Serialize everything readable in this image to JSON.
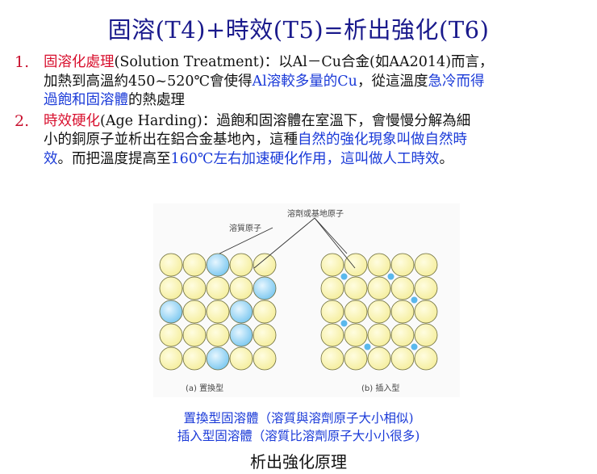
{
  "title": "固溶(T4)+時效(T5)=析出強化(T6)",
  "items": [
    {
      "number": "1.",
      "lines": [
        [
          {
            "text": "固溶化處理",
            "color": "red"
          },
          {
            "text": "(Solution Treatment)：以Al－Cu合金(如AA2014)而言，",
            "color": "black"
          }
        ],
        [
          {
            "text": "加熱到高溫約450~520℃會使得",
            "color": "black"
          },
          {
            "text": "Al溶較多量的Cu",
            "color": "blue"
          },
          {
            "text": "，從這溫度",
            "color": "black"
          },
          {
            "text": "急冷而得",
            "color": "blue"
          }
        ],
        [
          {
            "text": "過飽和固溶體",
            "color": "blue"
          },
          {
            "text": "的熱處理",
            "color": "black"
          }
        ]
      ]
    },
    {
      "number": "2.",
      "lines": [
        [
          {
            "text": "時效硬化",
            "color": "red"
          },
          {
            "text": "(Age Harding)：過飽和固溶體在室溫下，會慢慢分解為細",
            "color": "black"
          }
        ],
        [
          {
            "text": "小的銅原子並析出在鋁合金基地內，這種",
            "color": "black"
          },
          {
            "text": "自然的強化現象叫做自然時",
            "color": "blue"
          }
        ],
        [
          {
            "text": "效",
            "color": "blue"
          },
          {
            "text": "。而把溫度提高至",
            "color": "black"
          },
          {
            "text": "160℃左右加速硬化作用，這叫做人工時效",
            "color": "blue"
          },
          {
            "text": "。",
            "color": "black"
          }
        ]
      ]
    }
  ],
  "figure": {
    "label_solvent": "溶劑或基地原子",
    "label_solute": "溶質原子",
    "caption_a": "(a) 置換型",
    "caption_b": "(b) 插入型",
    "colors": {
      "solvent": "#f5ee9e",
      "solvent_stroke": "#6b6b3a",
      "solute": "#7cc8f0",
      "interstitial": "#5ab8ec"
    }
  },
  "captions": [
    "置換型固溶體（溶質與溶劑原子大小相似)",
    "插入型固溶體（溶質比溶劑原子大小小很多)"
  ],
  "bottom_title": "析出強化原理"
}
